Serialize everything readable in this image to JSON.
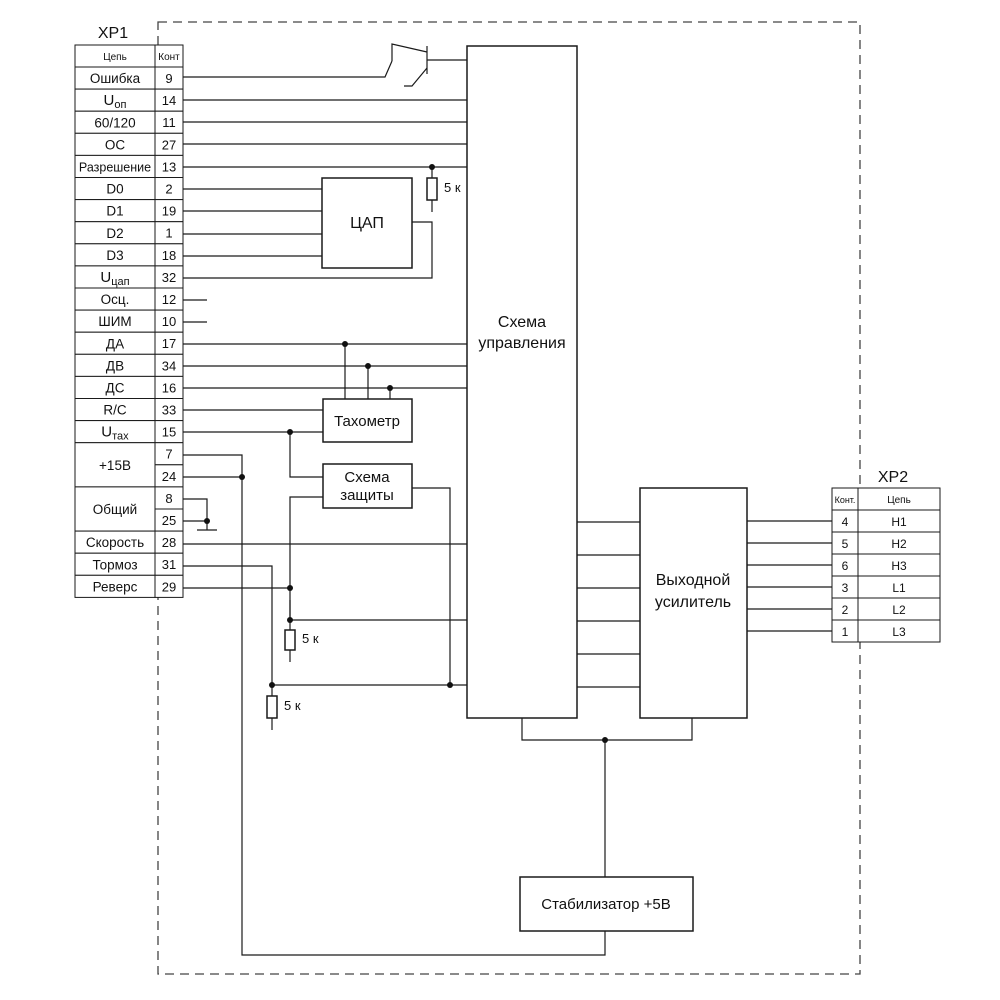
{
  "xp1": {
    "title": "XP1",
    "col_net": "Цепь",
    "col_pin": "Конт",
    "rows": [
      {
        "net": "Ошибка",
        "pins": [
          "9"
        ]
      },
      {
        "net": "U",
        "sub": "оп",
        "pins": [
          "14"
        ]
      },
      {
        "net": "60/120",
        "pins": [
          "11"
        ]
      },
      {
        "net": "ОС",
        "pins": [
          "27"
        ]
      },
      {
        "net": "Разрешение",
        "pins": [
          "13"
        ]
      },
      {
        "net": "D0",
        "pins": [
          "2"
        ]
      },
      {
        "net": "D1",
        "pins": [
          "19"
        ]
      },
      {
        "net": "D2",
        "pins": [
          "1"
        ]
      },
      {
        "net": "D3",
        "pins": [
          "18"
        ]
      },
      {
        "net": "U",
        "sub": "цап",
        "pins": [
          "32"
        ]
      },
      {
        "net": "Осц.",
        "pins": [
          "12"
        ]
      },
      {
        "net": "ШИМ",
        "pins": [
          "10"
        ]
      },
      {
        "net": "ДА",
        "pins": [
          "17"
        ]
      },
      {
        "net": "ДВ",
        "pins": [
          "34"
        ]
      },
      {
        "net": "ДС",
        "pins": [
          "16"
        ]
      },
      {
        "net": "R/C",
        "pins": [
          "33"
        ]
      },
      {
        "net": "U",
        "sub": "тах",
        "pins": [
          "15"
        ]
      },
      {
        "net": "+15В",
        "pins": [
          "7",
          "24"
        ]
      },
      {
        "net": "Общий",
        "pins": [
          "8",
          "25"
        ]
      },
      {
        "net": "Скорость",
        "pins": [
          "28"
        ]
      },
      {
        "net": "Тормоз",
        "pins": [
          "31"
        ]
      },
      {
        "net": "Реверс",
        "pins": [
          "29"
        ]
      }
    ]
  },
  "xp2": {
    "title": "XP2",
    "col_pin": "Конт.",
    "col_net": "Цепь",
    "rows": [
      {
        "pin": "4",
        "net": "H1"
      },
      {
        "pin": "5",
        "net": "H2"
      },
      {
        "pin": "6",
        "net": "H3"
      },
      {
        "pin": "3",
        "net": "L1"
      },
      {
        "pin": "2",
        "net": "L2"
      },
      {
        "pin": "1",
        "net": "L3"
      }
    ]
  },
  "blocks": {
    "dac": "ЦАП",
    "control_line1": "Схема",
    "control_line2": "управления",
    "tacho": "Тахометр",
    "protect_line1": "Схема",
    "protect_line2": "защиты",
    "amp_line1": "Выходной",
    "amp_line2": "усилитель",
    "stab": "Стабилизатор +5В"
  },
  "resistors": {
    "r1": "5 к",
    "r2": "5 к",
    "r3": "5 к"
  }
}
